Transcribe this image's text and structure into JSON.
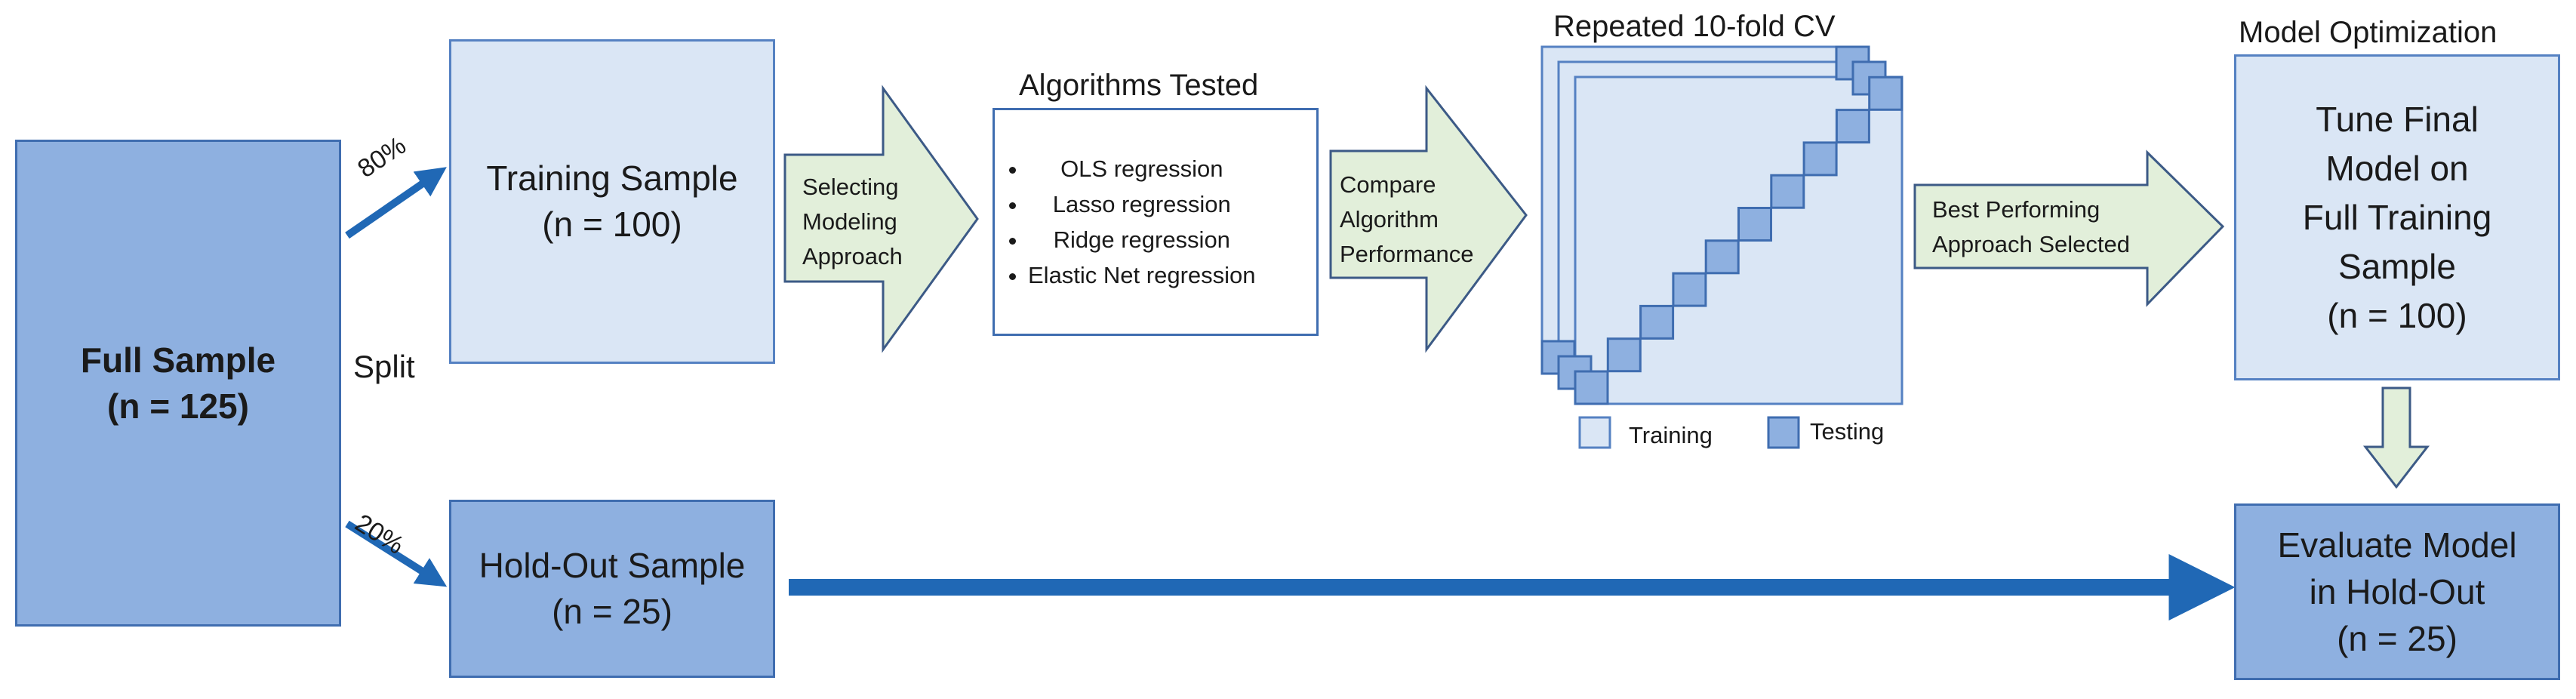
{
  "split_label": "Split",
  "full_sample": {
    "title": "Full Sample",
    "n": "(n = 125)"
  },
  "split_arrows": {
    "train_pct": "80%",
    "holdout_pct": "20%"
  },
  "training_sample": {
    "title": "Training Sample",
    "n": "(n = 100)"
  },
  "holdout_sample": {
    "title": "Hold-Out Sample",
    "n": "(n = 25)"
  },
  "steps": {
    "selecting": [
      "Selecting",
      "Modeling",
      "Approach"
    ],
    "compare": [
      "Compare",
      "Algorithm",
      "Performance"
    ],
    "best": [
      "Best Performing",
      "Approach Selected"
    ]
  },
  "algorithms": {
    "heading": "Algorithms Tested",
    "items": [
      "OLS regression",
      "Lasso regression",
      "Ridge regression",
      "Elastic Net regression"
    ]
  },
  "cv": {
    "heading": "Repeated 10-fold CV",
    "legend_training": "Training",
    "legend_testing": "Testing"
  },
  "optimization": {
    "heading": "Model Optimization",
    "lines": [
      "Tune Final",
      "Model on",
      "Full Training",
      "Sample",
      "(n = 100)"
    ]
  },
  "evaluate": {
    "lines": [
      "Evaluate Model",
      "in Hold-Out",
      "(n = 25)"
    ]
  },
  "colors": {
    "dark_fill": "#8eb0e0",
    "light_fill": "#dae6f5",
    "border": "#3f6db0",
    "arrow_blue": "#2068b5",
    "step_arrow_fill": "#e2efda",
    "step_arrow_border": "#3c5a86"
  }
}
